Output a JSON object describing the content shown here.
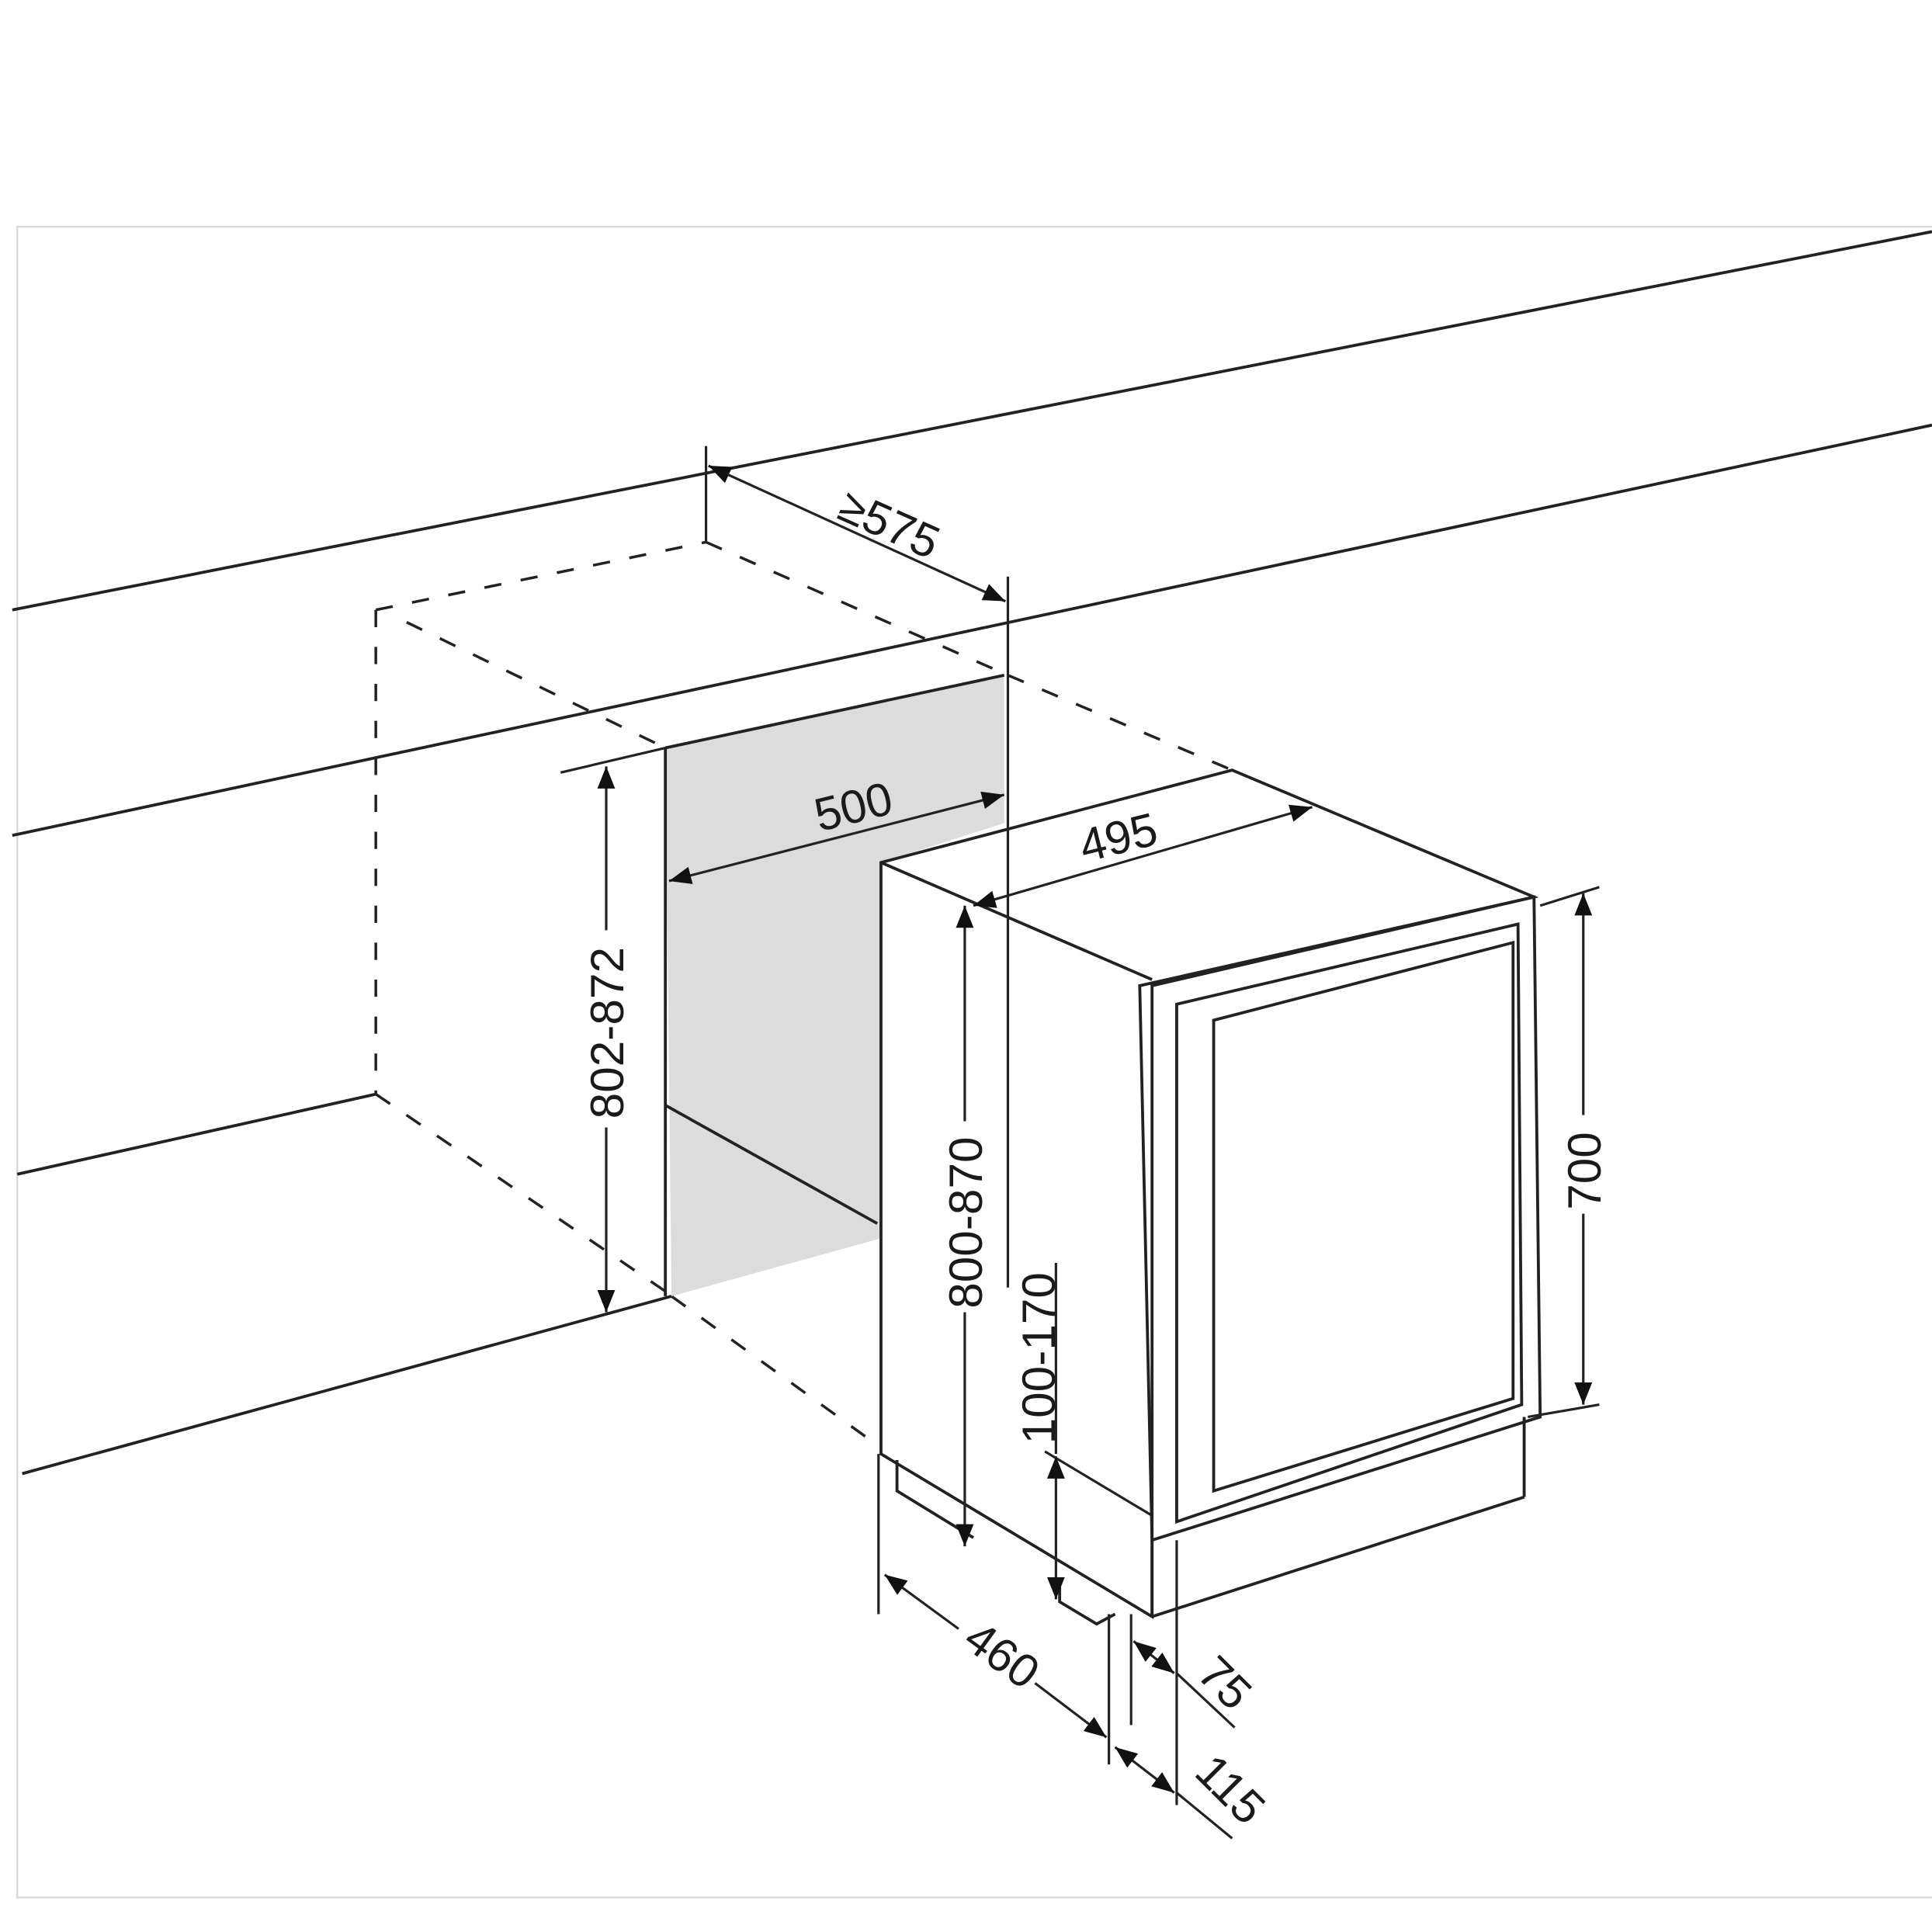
{
  "dimensions": {
    "niche_depth": "≥575",
    "niche_width": "500",
    "appliance_width": "495",
    "niche_height": "802-872",
    "appliance_height": "800-870",
    "door_height": "700",
    "plinth_height": "100-170",
    "appliance_depth": "460",
    "door_offset": "75",
    "front_depth": "115"
  },
  "colors": {
    "line": "#222222",
    "recess_fill": "#dcdcdc",
    "glass_light": "#e6e6e6",
    "glass_dark": "#a8a8a8"
  }
}
